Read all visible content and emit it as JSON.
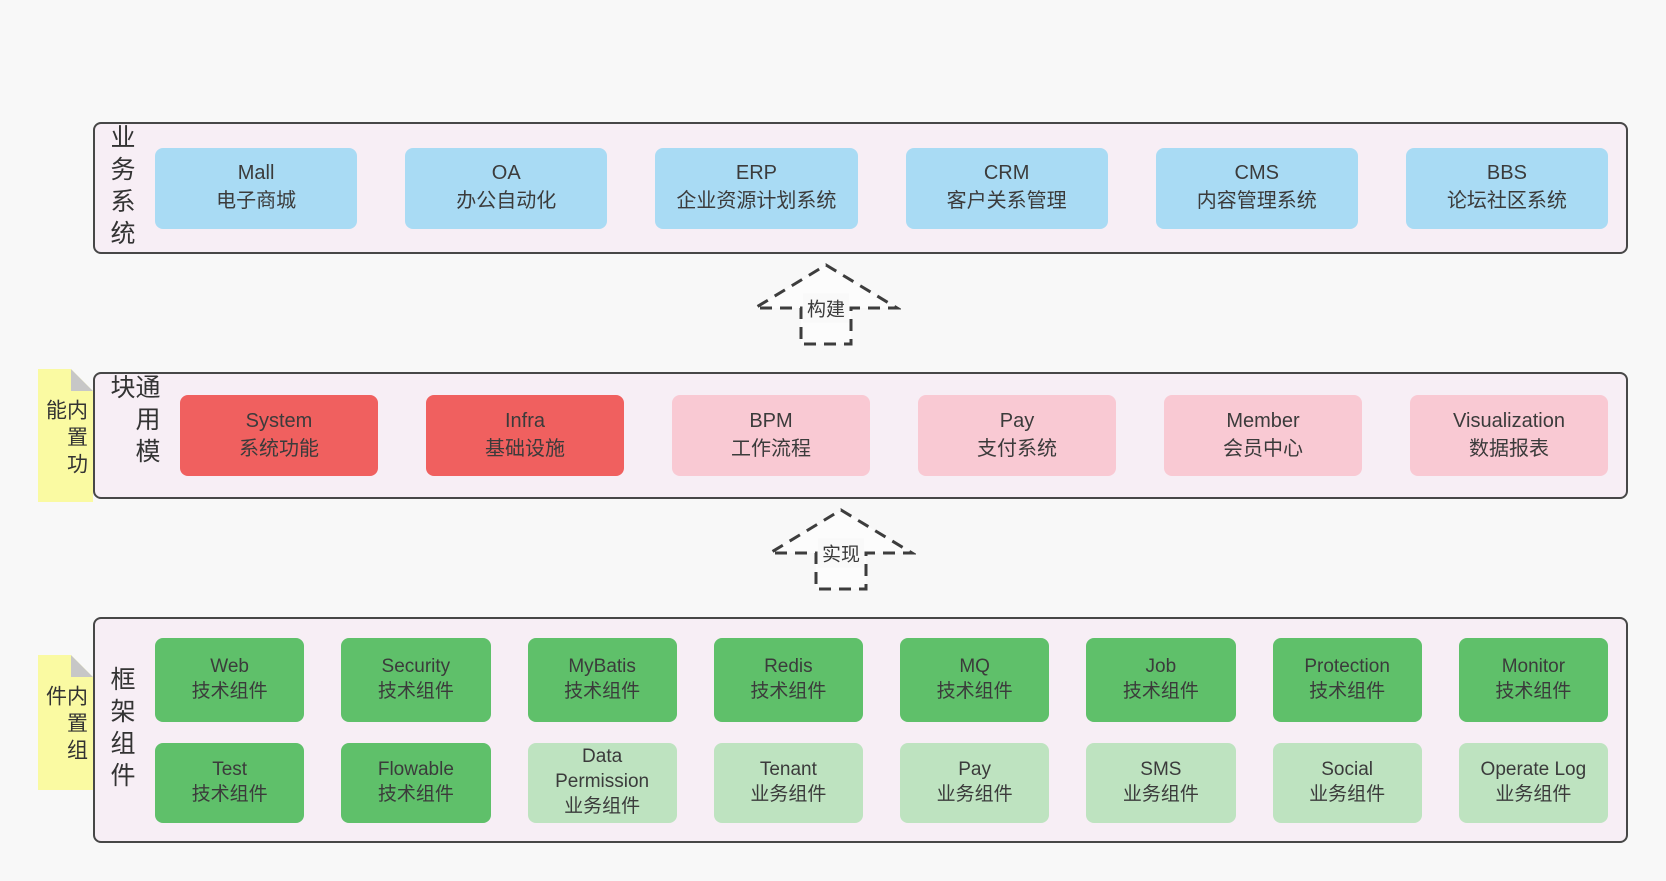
{
  "colors": {
    "page_bg": "#f8f8f8",
    "band_bg": "#f7eef5",
    "band_border": "#474747",
    "blue_box": "#a9dbf4",
    "red_box": "#f0605f",
    "pink_box": "#f9c9d3",
    "green_box": "#5fc06a",
    "light_green_box": "#bee3c0",
    "sticky_yellow": "#fafaa2",
    "sticky_fold_gray": "#c7c7c7",
    "text": "#3b3b3b"
  },
  "arrows": [
    {
      "label": "构建"
    },
    {
      "label": "实现"
    }
  ],
  "bands": [
    {
      "label": "业务系统",
      "boxes": [
        {
          "title": "Mall",
          "subtitle": "电子商城",
          "variant": "blue"
        },
        {
          "title": "OA",
          "subtitle": "办公自动化",
          "variant": "blue"
        },
        {
          "title": "ERP",
          "subtitle": "企业资源计划系统",
          "variant": "blue"
        },
        {
          "title": "CRM",
          "subtitle": "客户关系管理",
          "variant": "blue"
        },
        {
          "title": "CMS",
          "subtitle": "内容管理系统",
          "variant": "blue"
        },
        {
          "title": "BBS",
          "subtitle": "论坛社区系统",
          "variant": "blue"
        }
      ]
    },
    {
      "label": "通用模块",
      "sticky": "内置功能",
      "boxes": [
        {
          "title": "System",
          "subtitle": "系统功能",
          "variant": "red"
        },
        {
          "title": "Infra",
          "subtitle": "基础设施",
          "variant": "red"
        },
        {
          "title": "BPM",
          "subtitle": "工作流程",
          "variant": "pink"
        },
        {
          "title": "Pay",
          "subtitle": "支付系统",
          "variant": "pink"
        },
        {
          "title": "Member",
          "subtitle": "会员中心",
          "variant": "pink"
        },
        {
          "title": "Visualization",
          "subtitle": "数据报表",
          "variant": "pink"
        }
      ]
    },
    {
      "label": "框架组件",
      "sticky": "内置组件",
      "rows": [
        [
          {
            "title": "Web",
            "subtitle": "技术组件",
            "variant": "green"
          },
          {
            "title": "Security",
            "subtitle": "技术组件",
            "variant": "green"
          },
          {
            "title": "MyBatis",
            "subtitle": "技术组件",
            "variant": "green"
          },
          {
            "title": "Redis",
            "subtitle": "技术组件",
            "variant": "green"
          },
          {
            "title": "MQ",
            "subtitle": "技术组件",
            "variant": "green"
          },
          {
            "title": "Job",
            "subtitle": "技术组件",
            "variant": "green"
          },
          {
            "title": "Protection",
            "subtitle": "技术组件",
            "variant": "green"
          },
          {
            "title": "Monitor",
            "subtitle": "技术组件",
            "variant": "green"
          }
        ],
        [
          {
            "title": "Test",
            "subtitle": "技术组件",
            "variant": "green"
          },
          {
            "title": "Flowable",
            "subtitle": "技术组件",
            "variant": "green"
          },
          {
            "title": "Data Permission",
            "subtitle": "业务组件",
            "variant": "lightgreen"
          },
          {
            "title": "Tenant",
            "subtitle": "业务组件",
            "variant": "lightgreen"
          },
          {
            "title": "Pay",
            "subtitle": "业务组件",
            "variant": "lightgreen"
          },
          {
            "title": "SMS",
            "subtitle": "业务组件",
            "variant": "lightgreen"
          },
          {
            "title": "Social",
            "subtitle": "业务组件",
            "variant": "lightgreen"
          },
          {
            "title": "Operate Log",
            "subtitle": "业务组件",
            "variant": "lightgreen"
          }
        ]
      ]
    }
  ]
}
